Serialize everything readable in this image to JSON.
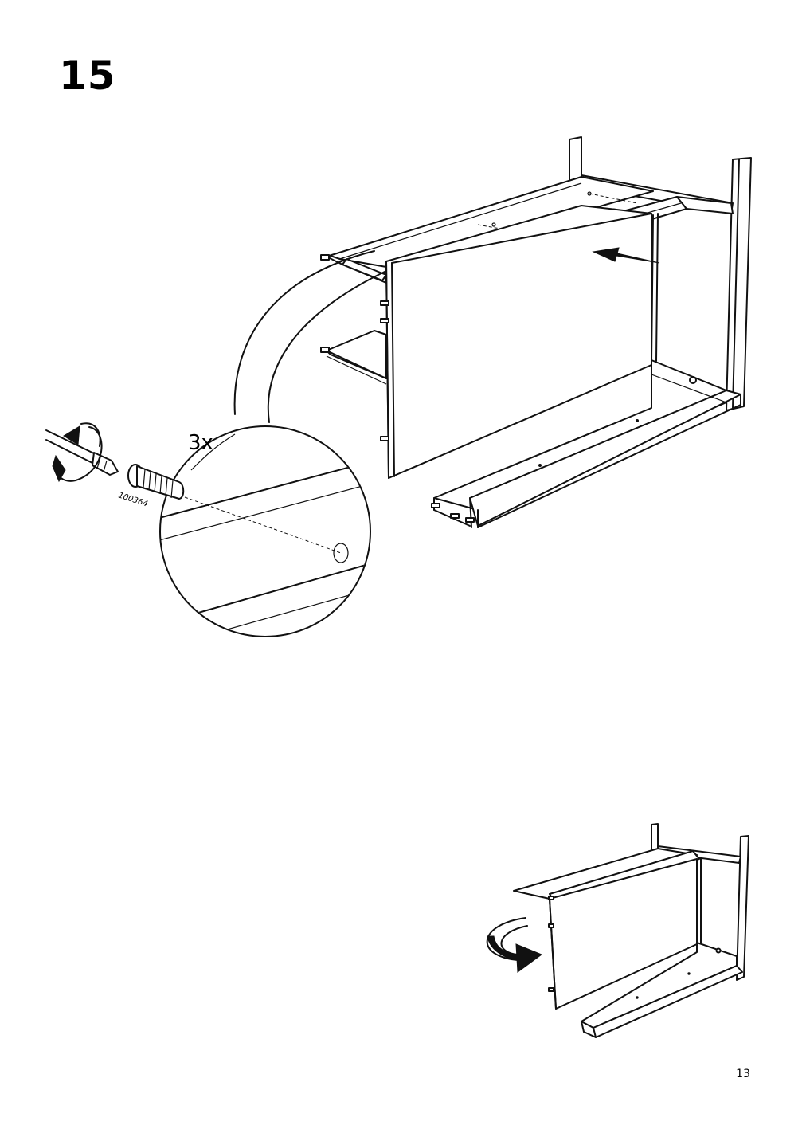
{
  "step": {
    "number": "15"
  },
  "detail": {
    "quantity": "3x",
    "part_number": "100364"
  },
  "page": {
    "number": "13"
  },
  "icons": [
    "screwdriver-icon",
    "rotate-arrow-icon",
    "screw-icon",
    "push-arrow-icon",
    "flip-arrow-icon"
  ]
}
